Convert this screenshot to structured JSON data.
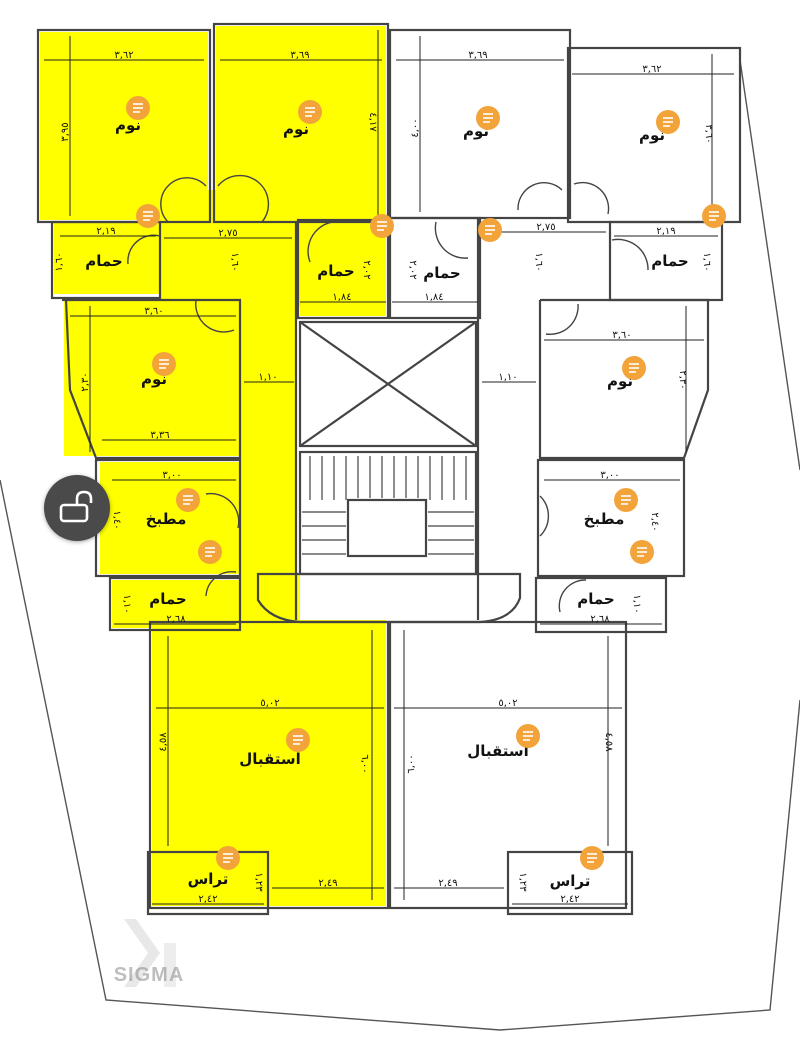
{
  "colors": {
    "highlight": "#ffff00",
    "wall": "#444444",
    "note_badge": "#f2a43a",
    "lock_button": "#4a4a4a"
  },
  "rooms": [
    {
      "name": "نوم",
      "dims": [
        "٣,٦٢",
        "٣,٩٥"
      ]
    },
    {
      "name": "نوم",
      "dims": [
        "٣,٦٩",
        "٤,١٧"
      ]
    },
    {
      "name": "نوم",
      "dims": [
        "٣,٦٩",
        "٤,٠٠"
      ]
    },
    {
      "name": "نوم",
      "dims": [
        "٣,٦٢",
        "٣,٦٠"
      ]
    },
    {
      "name": "حمام",
      "dims": [
        "٢,١٩",
        "١,٦٠"
      ]
    },
    {
      "name": "حمام",
      "dims": [
        "١,٨٤",
        "٢,٠٢"
      ]
    },
    {
      "name": "حمام",
      "dims": [
        "١,٨٤",
        "٢,٠٢"
      ]
    },
    {
      "name": "حمام",
      "dims": [
        "٢,١٩",
        "١,٦٠"
      ]
    },
    {
      "name": "نوم",
      "dims": [
        "٣,٦٠",
        "٢,٣٠",
        "٣,٣٦"
      ]
    },
    {
      "name": "نوم",
      "dims": [
        "٣,٦٠",
        "٢,٣٠"
      ]
    },
    {
      "name": "مطبخ",
      "dims": [
        "٣,٠٠",
        "١,٤٠"
      ]
    },
    {
      "name": "مطبخ",
      "dims": [
        "٣,٠٠",
        "٢,٤٠"
      ]
    },
    {
      "name": "حمام",
      "dims": [
        "٢,٦٨",
        "١,١٠"
      ]
    },
    {
      "name": "حمام",
      "dims": [
        "٢,٦٨",
        "١,١٠"
      ]
    },
    {
      "name": "استقبال",
      "dims": [
        "٥,٠٢",
        "٤,٥٨",
        "٦,٠٠",
        "٢,٤٩"
      ]
    },
    {
      "name": "استقبال",
      "dims": [
        "٥,٠٢",
        "٤,٥٨",
        "٦,٠٠",
        "٢,٤٩"
      ]
    },
    {
      "name": "تراس",
      "dims": [
        "٢,٤٢",
        "١,٢٣"
      ]
    },
    {
      "name": "تراس",
      "dims": [
        "٢,٤٢",
        "١,٢٣"
      ]
    }
  ],
  "corridor_dims": [
    "٢,٧٥",
    "٢,٧٥",
    "١,٦٠",
    "١,٦٠",
    "١,١٠",
    "١,١٠"
  ],
  "watermark": {
    "text": "SIGMA"
  },
  "icons": {
    "note": "note-icon",
    "lock": "lock-icon"
  }
}
